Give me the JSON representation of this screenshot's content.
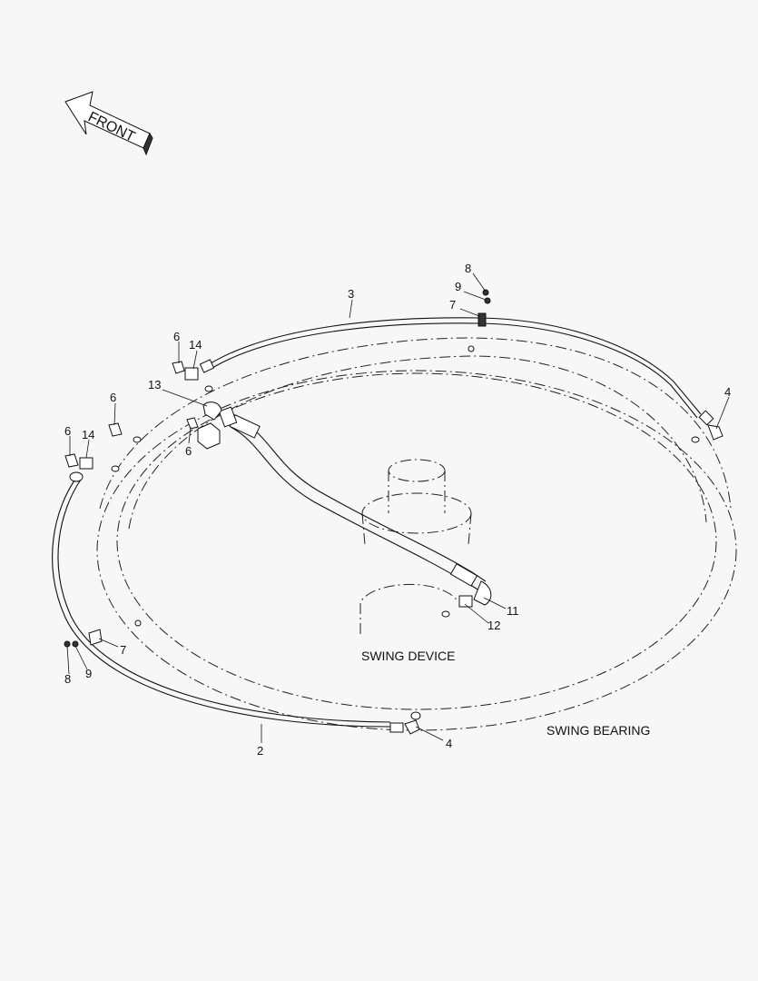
{
  "arrow": {
    "text": "FRONT"
  },
  "captions": {
    "swing_device": "SWING DEVICE",
    "swing_bearing": "SWING BEARING"
  },
  "callouts": [
    "8",
    "9",
    "7",
    "3",
    "6",
    "14",
    "13",
    "6",
    "6",
    "6",
    "14",
    "4",
    "11",
    "12",
    "7",
    "8",
    "9",
    "2",
    "4"
  ]
}
